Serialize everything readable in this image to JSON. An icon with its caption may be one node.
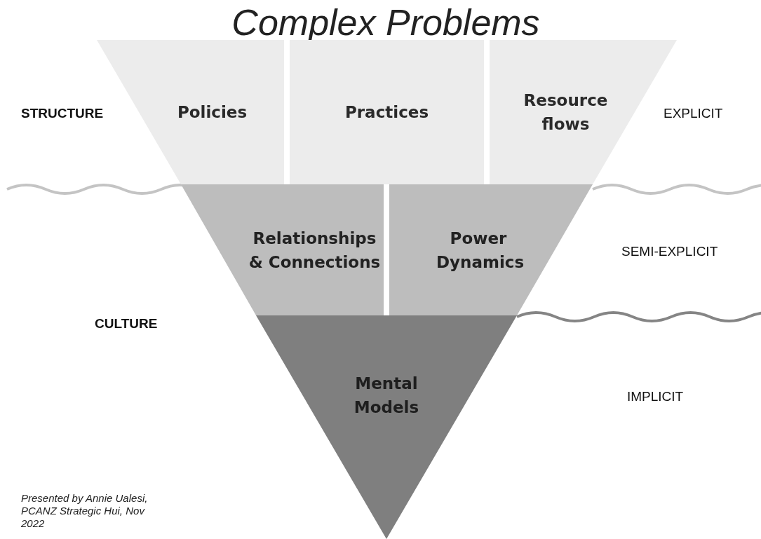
{
  "diagram": {
    "title": "Complex Problems",
    "nodes": [
      {
        "text": [
          "Policies"
        ]
      },
      {
        "text": [
          "Practices"
        ]
      },
      {
        "text": [
          "Resource flows"
        ]
      },
      {
        "text": [
          "Relationships & Connections"
        ]
      },
      {
        "text": [
          "Power Dynamics"
        ]
      },
      {
        "text": [
          "Mental Models"
        ]
      }
    ],
    "labels": [
      "STRUCTURE",
      "EXPLICIT",
      "SEMI-EXPLICIT",
      "CULTURE",
      "IMPLICIT"
    ],
    "caption": "Presented by Annie Ualesi, PCANZ Strategic Hui, Nov 2022"
  }
}
